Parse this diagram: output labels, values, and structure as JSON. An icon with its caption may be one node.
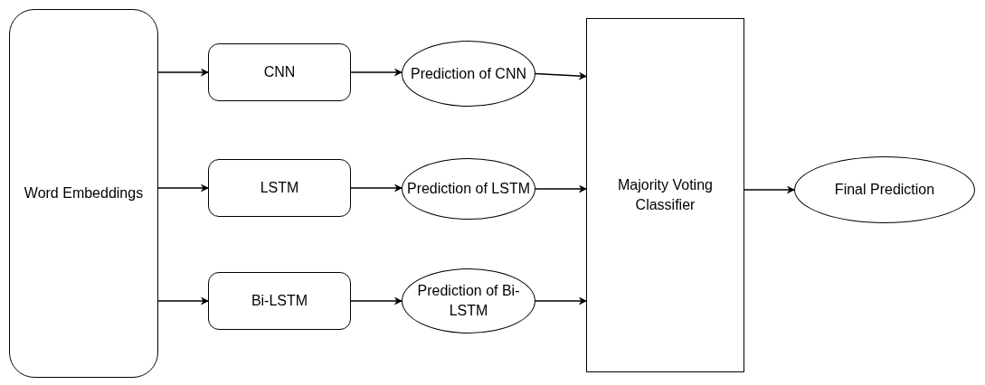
{
  "diagram": {
    "nodes": [
      {
        "text": [
          "Word Embeddings"
        ]
      },
      {
        "text": [
          "CNN"
        ]
      },
      {
        "text": [
          "LSTM"
        ]
      },
      {
        "text": [
          "Bi-LSTM"
        ]
      },
      {
        "text": [
          "Prediction of CNN"
        ]
      },
      {
        "text": [
          "Prediction of LSTM"
        ]
      },
      {
        "text": [
          "Prediction of Bi-LSTM"
        ]
      },
      {
        "text": [
          "Majority Voting Classifier"
        ]
      },
      {
        "text": [
          "Final Prediction"
        ]
      }
    ],
    "edges": [
      {
        "from": 0,
        "to": 1,
        "arrow": "to"
      },
      {
        "from": 0,
        "to": 2,
        "arrow": "to"
      },
      {
        "from": 0,
        "to": 3,
        "arrow": "to"
      },
      {
        "from": 1,
        "to": 4,
        "arrow": "to"
      },
      {
        "from": 2,
        "to": 5,
        "arrow": "to"
      },
      {
        "from": 3,
        "to": 6,
        "arrow": "to"
      },
      {
        "from": 4,
        "to": 7,
        "arrow": "to"
      },
      {
        "from": 5,
        "to": 7,
        "arrow": "to"
      },
      {
        "from": 6,
        "to": 7,
        "arrow": "to"
      },
      {
        "from": 7,
        "to": 8,
        "arrow": "to"
      }
    ]
  }
}
